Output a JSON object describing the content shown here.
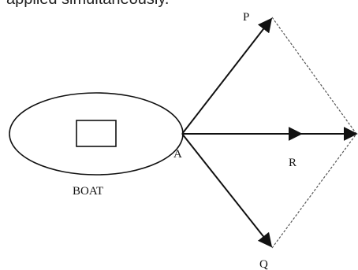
{
  "caption": "applied simultaneously.",
  "diagram": {
    "boat_label": "BOAT",
    "point_labels": {
      "A": "A",
      "P": "P",
      "Q": "Q",
      "R": "R"
    }
  },
  "colors": {
    "ink": "#111111",
    "dashed": "#555555",
    "background": "#ffffff"
  }
}
